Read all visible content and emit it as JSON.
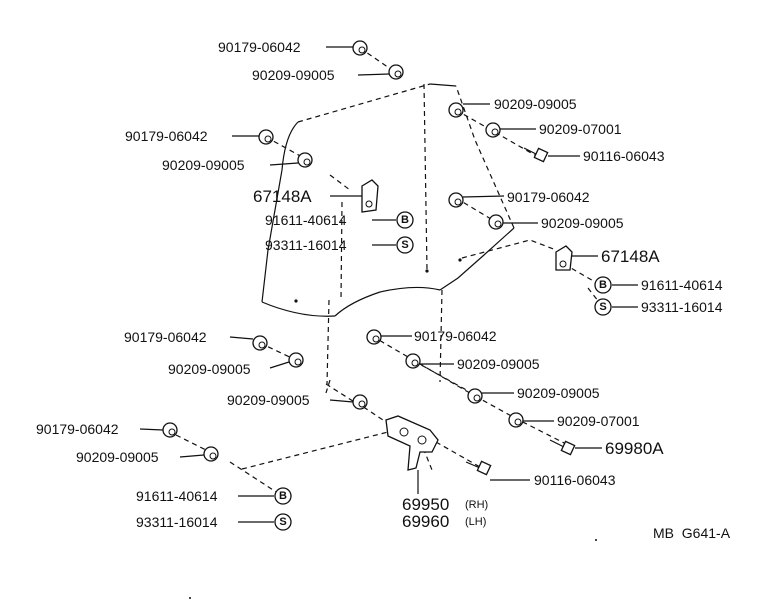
{
  "labels": {
    "p01": "90179-06042",
    "p02": "90209-09005",
    "p03": "90209-09005",
    "p04": "90209-07001",
    "p05": "90116-06043",
    "p06": "90179-06042",
    "p07": "90209-09005",
    "p08": "67148A",
    "p09": "91611-40614",
    "p10": "93311-16014",
    "p11": "90179-06042",
    "p12": "90209-09005",
    "p13": "67148A",
    "p14": "91611-40614",
    "p15": "93311-16014",
    "p16": "90179-06042",
    "p17": "90209-09005",
    "p18": "90179-06042",
    "p19": "90209-09005",
    "p20": "90209-09005",
    "p21": "90209-09005",
    "p22": "90209-07001",
    "p23": "69980A",
    "p24": "90179-06042",
    "p25": "90209-09005",
    "p26": "91611-40614",
    "p27": "90116-06043",
    "p28": "93311-16014",
    "p29": "69950",
    "p29s": "(RH)",
    "p30": "69960",
    "p30s": "(LH)"
  },
  "symbols": {
    "bolt": "B",
    "screw": "S"
  },
  "figure_code": "MB  G641-A"
}
